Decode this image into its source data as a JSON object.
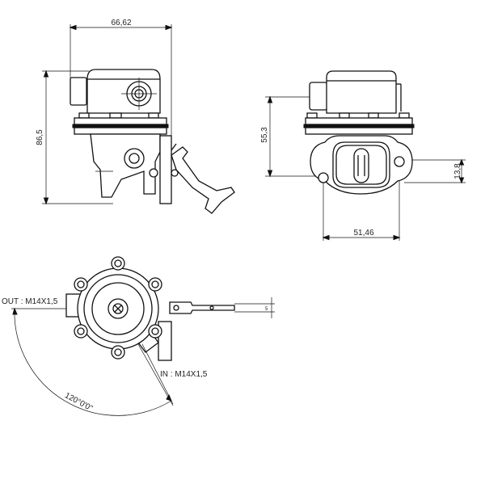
{
  "dimensions": {
    "side_width": "66,62",
    "side_height": "86,5",
    "front_height": "55,3",
    "flange_offset": "13,8",
    "hole_spacing": "51,46",
    "outlet_label": "OUT : M14X1,5",
    "inlet_label": "IN : M14X1,5",
    "port_angle": "120°0'0\""
  },
  "colors": {
    "line": "#111111",
    "background": "#ffffff"
  }
}
